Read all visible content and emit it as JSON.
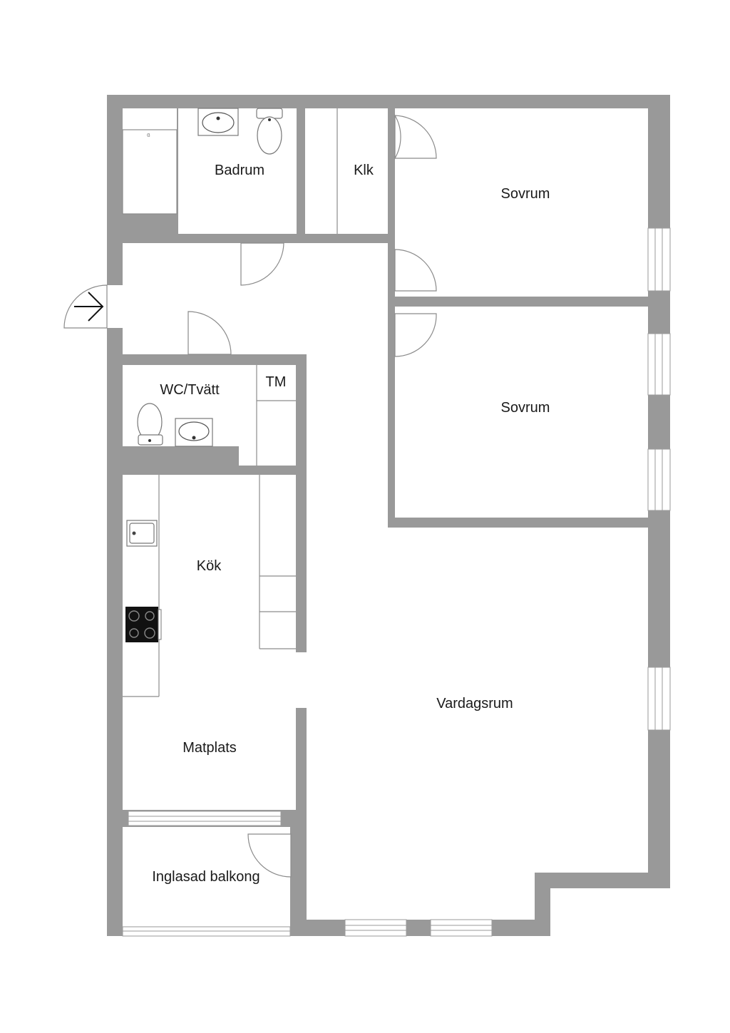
{
  "floorplan": {
    "rooms": {
      "badrum": "Badrum",
      "klk": "Klk",
      "sovrum_1": "Sovrum",
      "sovrum_2": "Sovrum",
      "wc_tvatt": "WC/Tvätt",
      "tm": "TM",
      "kok": "Kök",
      "vardagsrum": "Vardagsrum",
      "matplats": "Matplats",
      "inglasad_balkong": "Inglasad balkong"
    },
    "colors": {
      "wall": "#999999",
      "background": "#ffffff",
      "text": "#1a1a1a"
    },
    "icons": [
      "entrance-arrow-icon",
      "sink-icon",
      "toilet-icon",
      "stove-icon",
      "bathtub-icon"
    ]
  }
}
